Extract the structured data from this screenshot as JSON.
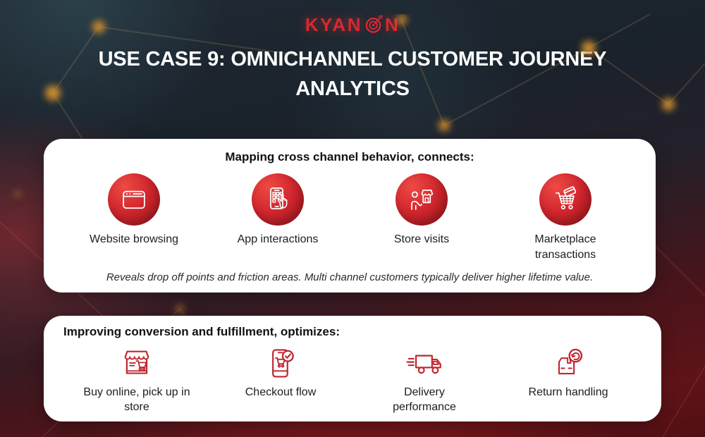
{
  "brand": {
    "name": "KYANON",
    "logo_left": "KYAN",
    "logo_right": "N",
    "logo_icon": "bullseye-arrow-icon"
  },
  "title": "USE CASE 9: OMNICHANNEL CUSTOMER JOURNEY ANALYTICS",
  "card1": {
    "heading": "Mapping cross channel behavior, connects:",
    "items": [
      {
        "label": "Website browsing",
        "icon": "browser-window-icon"
      },
      {
        "label": "App interactions",
        "icon": "mobile-app-tap-icon"
      },
      {
        "label": "Store visits",
        "icon": "person-storefront-icon"
      },
      {
        "label": "Marketplace transactions",
        "icon": "cart-credit-card-icon"
      }
    ],
    "note": "Reveals drop off points and friction areas. Multi channel customers typically deliver higher lifetime value."
  },
  "card2": {
    "heading": "Improving conversion and fulfillment, optimizes:",
    "items": [
      {
        "label": "Buy online, pick up in store",
        "icon": "storefront-cart-icon"
      },
      {
        "label": "Checkout flow",
        "icon": "phone-checkout-check-icon"
      },
      {
        "label": "Delivery performance",
        "icon": "delivery-truck-icon"
      },
      {
        "label": "Return handling",
        "icon": "return-package-arrow-icon"
      }
    ]
  },
  "colors": {
    "accent_red": "#cf2229",
    "outline_icon_red": "#bf2730",
    "circle_gradient_start": "#ee4a44",
    "circle_gradient_end": "#a0161d",
    "card_background": "#ffffff",
    "title_color": "#ffffff",
    "background_top": "#1d252e",
    "background_bottom": "#5a1217"
  }
}
